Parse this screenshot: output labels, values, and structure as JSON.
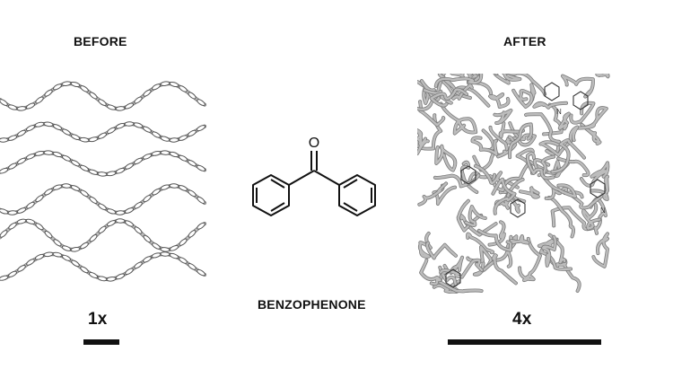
{
  "labels": {
    "before": "BEFORE",
    "after": "AFTER",
    "molecule_name": "BENZOPHENONE",
    "before_multiplier": "1x",
    "after_multiplier": "4x"
  },
  "molecule": {
    "atom_label": "O"
  },
  "after_panel": {
    "nitrogen_label": "N"
  },
  "bars": {
    "before_value": 1,
    "after_value": 4
  },
  "colors": {
    "strand": "#bdbdbd",
    "strand_dark": "#7a7a7a",
    "ink": "#111111"
  }
}
